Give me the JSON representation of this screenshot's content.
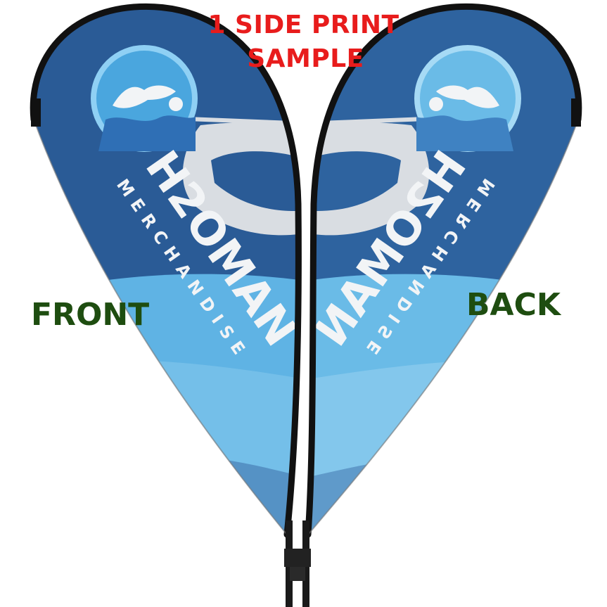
{
  "heading": {
    "line1": "1 SIDE PRINT",
    "line2": "SAMPLE",
    "color": "#e81c1c"
  },
  "labels": {
    "front": "FRONT",
    "back": "BACK",
    "color": "#1e4d10"
  },
  "flags": {
    "brand_main": "H2OMAN",
    "brand_sub": "MERCHANDISE",
    "colors": {
      "frame": "#111111",
      "fabric_dark": "#2a5b96",
      "fabric_deep": "#1f4a80",
      "wave_light": "#5fb3e4",
      "wave_pale": "#9fd4f2",
      "logo_ring": "#8fd0f4",
      "logo_fill": "#4aa6de",
      "swoosh": "#d9dde2",
      "text_white": "#f2f4f6"
    }
  }
}
